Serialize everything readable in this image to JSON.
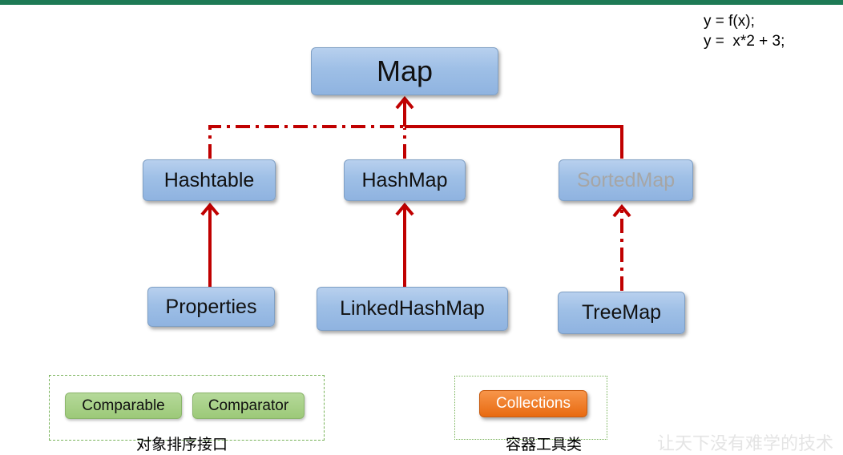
{
  "header": {
    "accent_color": "#1e7a55"
  },
  "formula": {
    "line1": "y = f(x);",
    "line2": "y =  x*2 + 3;"
  },
  "nodes": {
    "map": "Map",
    "hashtable": "Hashtable",
    "hashmap": "HashMap",
    "sortedmap": "SortedMap",
    "properties": "Properties",
    "linkedhashmap": "LinkedHashMap",
    "treemap": "TreeMap"
  },
  "sorting_interfaces": {
    "items": [
      "Comparable",
      "Comparator"
    ],
    "caption": "对象排序接口"
  },
  "utility": {
    "items": [
      "Collections"
    ],
    "caption": "容器工具类"
  },
  "watermark": "让天下没有难学的技术",
  "colors": {
    "arrow": "#c00000",
    "node_fill": "#9ebfe6",
    "interface_text": "#a6a6a6",
    "chip_green": "#9cc978",
    "chip_orange": "#e86a10"
  }
}
